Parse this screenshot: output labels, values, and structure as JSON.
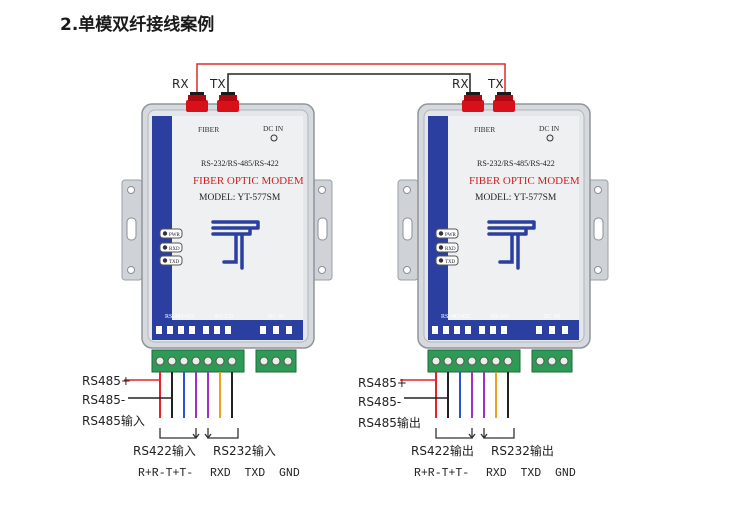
{
  "title": "2.单模双纤接线案例",
  "colors": {
    "panel_blue": "#2a3fa0",
    "connector_red": "#d8101a",
    "terminal_green": "#2f9a55",
    "wire_red": "#e8202a",
    "wire_black": "#222222",
    "wire_blue": "#3050d8",
    "wire_purple": "#a030c8",
    "wire_orange": "#f0a020"
  },
  "devices": [
    {
      "rx_label": "RX",
      "tx_label": "TX",
      "fiber": "FIBER",
      "dc_in": "DC IN",
      "protocols": "RS-232/RS-485/RS-422",
      "product": "FIBER OPTIC MODEM",
      "model": "MODEL: YT-577SM",
      "leds": [
        "PWR",
        "RXD",
        "TXD"
      ],
      "ports": [
        "RS-485/422",
        "RS-232",
        "DC IN"
      ],
      "rs485_plus": "RS485+",
      "rs485_minus": "RS485-",
      "rs485_dir": "RS485输入",
      "rs422": "RS422输入",
      "rs232": "RS232输入",
      "pins_422": "R+R-T+T-",
      "pins_232": "RXD  TXD  GND"
    },
    {
      "rx_label": "RX",
      "tx_label": "TX",
      "fiber": "FIBER",
      "dc_in": "DC IN",
      "protocols": "RS-232/RS-485/RS-422",
      "product": "FIBER OPTIC MODEM",
      "model": "MODEL: YT-577SM",
      "leds": [
        "PWR",
        "RXD",
        "TXD"
      ],
      "ports": [
        "RS-485/422",
        "RS-232",
        "DC IN"
      ],
      "rs485_plus": "RS485+",
      "rs485_minus": "RS485-",
      "rs485_dir": "RS485输出",
      "rs422": "RS422输出",
      "rs232": "RS232输出",
      "pins_422": "R+R-T+T-",
      "pins_232": "RXD  TXD  GND"
    }
  ]
}
